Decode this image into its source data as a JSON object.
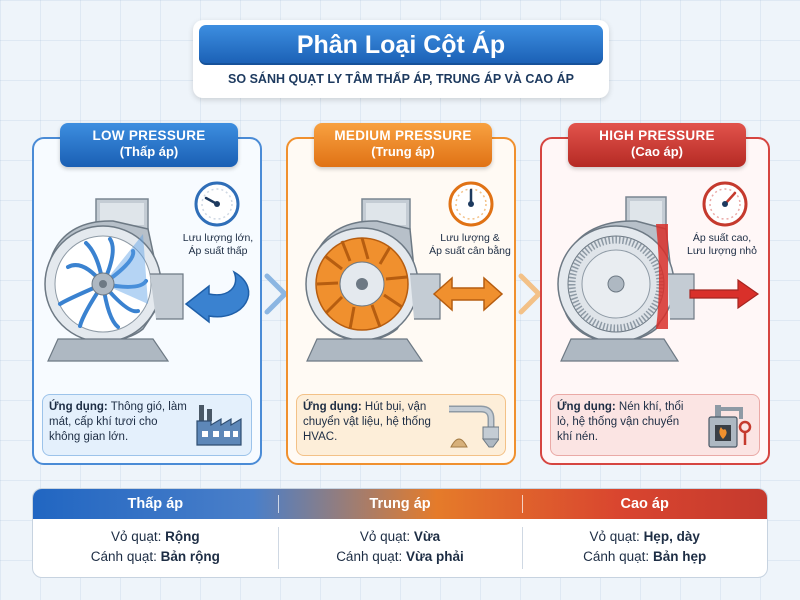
{
  "header": {
    "title": "Phân Loại Cột Áp",
    "subtitle": "SO SÁNH QUẠT LY TÂM THẤP ÁP, TRUNG ÁP VÀ CAO ÁP"
  },
  "colors": {
    "low": "#1a5fb4",
    "medium": "#e07215",
    "high": "#b52a24"
  },
  "panels": {
    "low": {
      "title_en": "LOW PRESSURE",
      "title_vi": "(Thấp áp)",
      "desc_line1": "Lưu lượng lớn,",
      "desc_line2": "Áp suất thấp",
      "app_label": "Ứng dụng:",
      "app_text": "Thông gió, làm mát, cấp khí tươi cho không gian lớn.",
      "fan_icon": "centrifugal-fan-wide-blade-icon",
      "gauge_icon": "low-pressure-gauge-icon",
      "flow_icon": "curved-arrow-icon",
      "app_icon": "factory-icon"
    },
    "medium": {
      "title_en": "MEDIUM PRESSURE",
      "title_vi": "(Trung áp)",
      "desc_line1": "Lưu lượng &",
      "desc_line2": "Áp suất cân bằng",
      "app_label": "Ứng dụng:",
      "app_text": "Hút bụi, vận chuyển vật liệu, hệ thống HVAC.",
      "fan_icon": "centrifugal-fan-medium-blade-icon",
      "gauge_icon": "medium-pressure-gauge-icon",
      "flow_icon": "double-arrow-icon",
      "app_icon": "duct-cyclone-icon"
    },
    "high": {
      "title_en": "HIGH PRESSURE",
      "title_vi": "(Cao áp)",
      "desc_line1": "Áp suất cao,",
      "desc_line2": "Lưu lượng nhỏ",
      "app_label": "Ứng dụng:",
      "app_text": "Nén khí, thổi lò, hệ thống vận chuyển khí nén.",
      "fan_icon": "centrifugal-fan-narrow-blade-icon",
      "gauge_icon": "high-pressure-gauge-icon",
      "flow_icon": "straight-arrow-icon",
      "app_icon": "furnace-icon"
    }
  },
  "table": {
    "headers": [
      "Thấp áp",
      "Trung áp",
      "Cao áp"
    ],
    "housing_label": "Vỏ quạt:",
    "impeller_label": "Cánh quạt:",
    "rows": [
      {
        "housing": "Rộng",
        "impeller": "Bản rộng"
      },
      {
        "housing": "Vừa",
        "impeller": "Vừa phải"
      },
      {
        "housing": "Hẹp, dày",
        "impeller": "Bản hẹp"
      }
    ]
  }
}
